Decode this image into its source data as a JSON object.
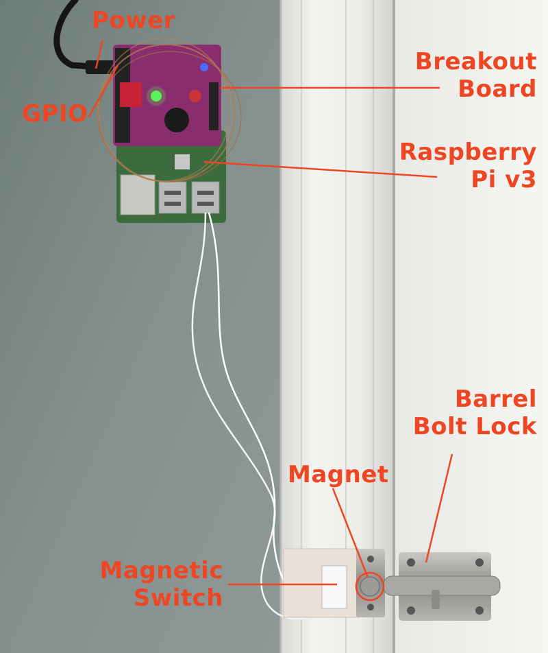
{
  "labels": {
    "power": "Power",
    "gpio": "GPIO",
    "breakout_line1": "Breakout",
    "breakout_line2": "Board",
    "raspberry_line1": "Raspberry",
    "raspberry_line2": "Pi v3",
    "barrel_line1": "Barrel",
    "barrel_line2": "Bolt Lock",
    "magnet": "Magnet",
    "switch_line1": "Magnetic",
    "switch_line2": "Switch"
  },
  "colors": {
    "label": "#ee4523",
    "wall": "#7d8a88",
    "door_trim": "#f2f2ee",
    "board": "#8a2d6e",
    "pcb": "#3c6b3e"
  }
}
